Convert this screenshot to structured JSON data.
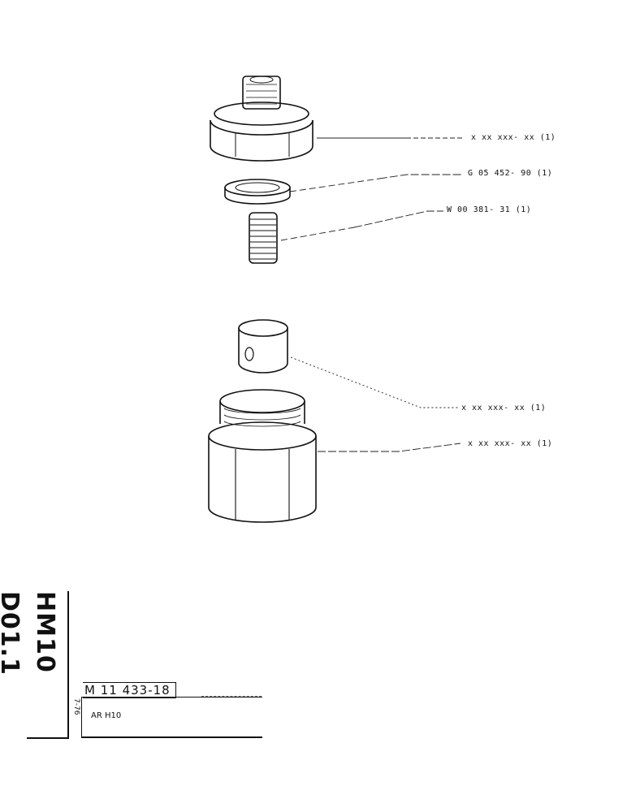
{
  "callouts": [
    {
      "id": "c1",
      "text": "x xx xxx- xx (1)"
    },
    {
      "id": "c2",
      "text": "G 05 452- 90 (1)"
    },
    {
      "id": "c3",
      "text": "W 00 381- 31 (1)"
    },
    {
      "id": "c4",
      "text": "x  xx xxx- xx (1)"
    },
    {
      "id": "c5",
      "text": "x xx xxx- xx (1)"
    }
  ],
  "title_block": {
    "drawing_code": "HM10 D01.1",
    "date": "7-76",
    "part_number": "M 11 433-18",
    "model": "AR H10"
  }
}
